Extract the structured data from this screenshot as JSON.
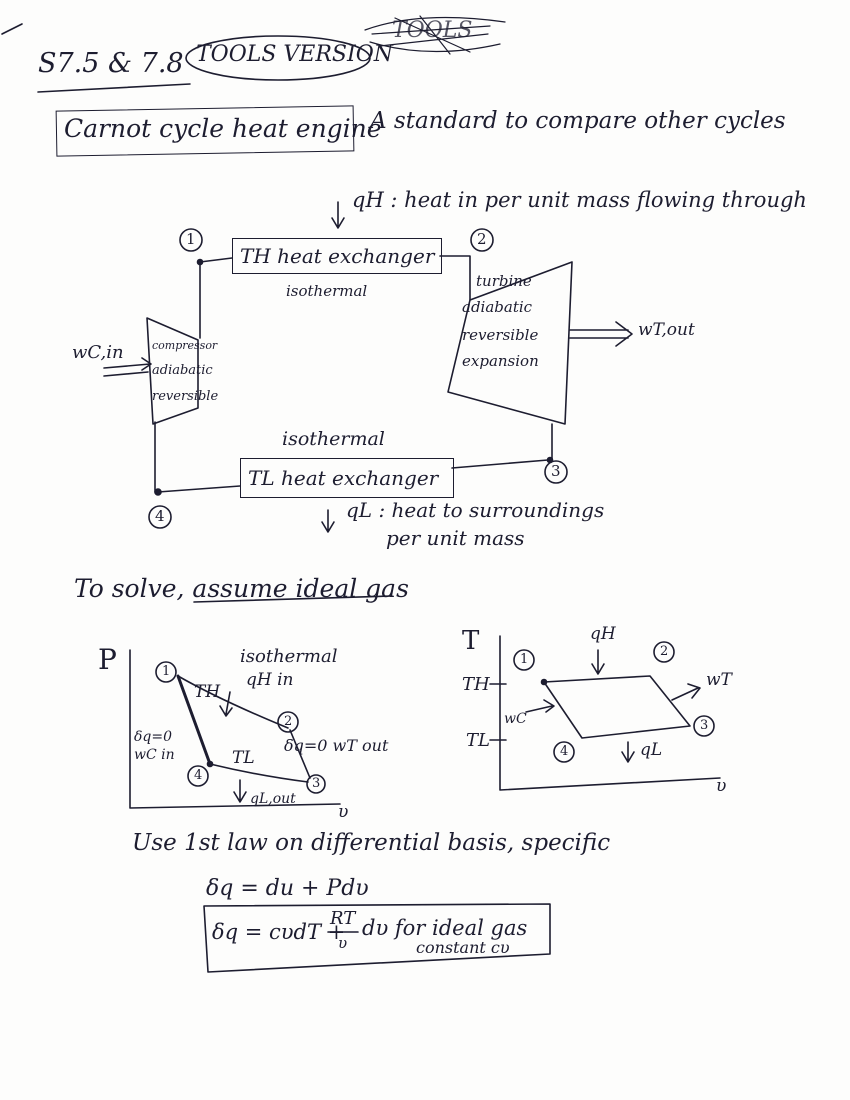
{
  "header": {
    "sections": "S7.5 & 7.8",
    "tools_version": "TOOLS VERSION",
    "scribble": "TOOLS"
  },
  "title": {
    "boxed": "Carnot cycle heat engine",
    "description": "A standard to compare other cycles"
  },
  "cycle_diagram": {
    "qh_label": "qH : heat in per unit mass flowing through",
    "hot_exchanger": "TH heat exchanger",
    "hot_process": "isothermal",
    "cold_exchanger": "TL heat exchanger",
    "cold_process": "isothermal",
    "compressor": [
      "compressor",
      "adiabatic",
      "reversible"
    ],
    "turbine": [
      "turbine",
      "adiabatic",
      "reversible",
      "expansion"
    ],
    "work_in": "wC,in",
    "work_out": "wT,out",
    "ql_label_1": "qL : heat to surroundings",
    "ql_label_2": "per unit mass",
    "states": [
      "1",
      "2",
      "3",
      "4"
    ]
  },
  "assumption": {
    "prefix": "To solve, ",
    "underlined": "assume ideal gas"
  },
  "pv_diagram": {
    "y_axis": "P",
    "x_axis": "υ",
    "isothermal": "isothermal",
    "qh_in": "qH in",
    "th": "TH",
    "tl": "TL",
    "adiabatic_left_1": "δq=0",
    "adiabatic_left_2": "wC in",
    "adiabatic_right": "δq=0  wT out",
    "ql_out": "qL,out",
    "states": [
      "1",
      "2",
      "3",
      "4"
    ]
  },
  "tv_diagram": {
    "y_axis": "T",
    "x_axis": "υ",
    "th": "TH",
    "tl": "TL",
    "qh": "qH",
    "ql": "qL",
    "wt": "wT",
    "wc": "wC",
    "states": [
      "1",
      "2",
      "3",
      "4"
    ]
  },
  "first_law": {
    "intro": "Use 1st law on differential basis, specific",
    "eq1": "δq = du + Pdυ",
    "eq2_lhs": "δq = cυdT + ",
    "eq2_num": "RT",
    "eq2_den": "υ",
    "eq2_tail": "dυ  for ideal gas",
    "eq2_note": "constant cυ"
  }
}
